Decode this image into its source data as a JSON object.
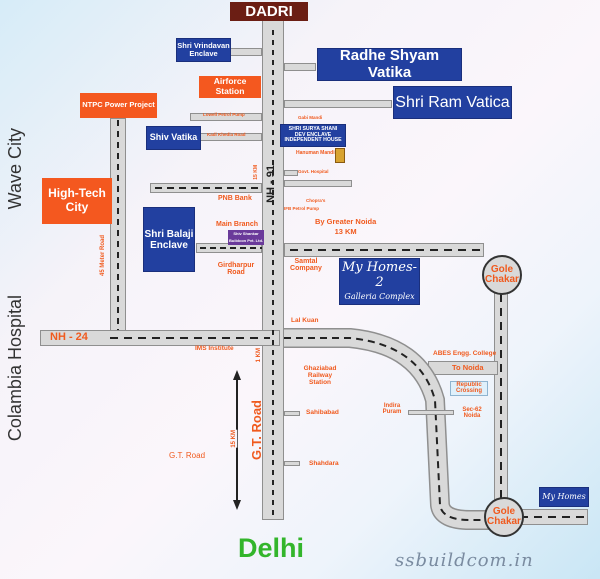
{
  "map": {
    "title": "DADRI",
    "destination_bottom": "Delhi",
    "watermark": "ssbuildcom.in",
    "colors": {
      "brand_blue": "#2240a0",
      "orange_box": "#f4581f",
      "label_orange": "#f05a1e",
      "dadri_brown": "#6b1e14",
      "delhi_green": "#33b52b",
      "road_gray": "#d9d9d9"
    },
    "roads": {
      "nh91": "NH - 91",
      "nh24": "NH - 24",
      "gt_road": "G.T. Road",
      "meter_road": "45 Meter Road"
    },
    "side_labels": {
      "wave_city": "Wave City",
      "colambia_hospital": "Colambia Hospital"
    },
    "blue_boxes": {
      "vrindavan": "Shri Vrindavan Enclave",
      "radhe": "Radhe Shyam Vatika",
      "shri_ram": "Shri Ram Vatica",
      "shiv": "Shiv Vatika",
      "surya": "SHRI SURYA SHANI DEV ENCLAVE INDEPENDENT HOUSE",
      "balaji": "Shri Balaji Enclave",
      "my_homes_2_line1": "My Homes-2",
      "my_homes_2_line2": "Galleria Complex",
      "my_homes": "My Homes"
    },
    "purple_box": "Shiv Shankar Buildcon Pvt. Ltd.",
    "orange_boxes": {
      "airforce": "Airforce Station",
      "ntpc": "NTPC Power Project",
      "hightech": "High-Tech City"
    },
    "labels": {
      "loweil": "Lowell Petrol Pump",
      "kadi": "Kadi Khedia Road",
      "gabi": "Gabi Mandi",
      "hanuman": "Hanuman Mandir",
      "hospital": "Govt. Hospital",
      "km15_top": "15 KM",
      "pnb": "PNB Bank",
      "chopra": "Chopra's",
      "ifb": "IFB Petrol Pump",
      "greater_noida": "By Greater Noida",
      "greater_noida_km": "13 KM",
      "main_branch": "Main Branch",
      "girdharpur": "Girdharpur Road",
      "samtal": "Samtal Company",
      "lal_kuan": "Lal Kuan",
      "ims": "IMS Institute",
      "km1": "1 KM",
      "ghaziabad": "Ghaziabad Railway Station",
      "abes": "ABES Engg. College",
      "to_noida": "To Noida",
      "republic": "Republic Crossing",
      "indira": "Indira Puram",
      "sec62": "Sec-62 Noida",
      "sahibabad": "Sahibabad",
      "shahdara": "Shahdara",
      "gt_road_left": "G.T. Road",
      "km15": "15 KM",
      "gole_chakar_top": "Gole Chakar",
      "gole_chakar_bottom": "Gole Chakar"
    }
  }
}
